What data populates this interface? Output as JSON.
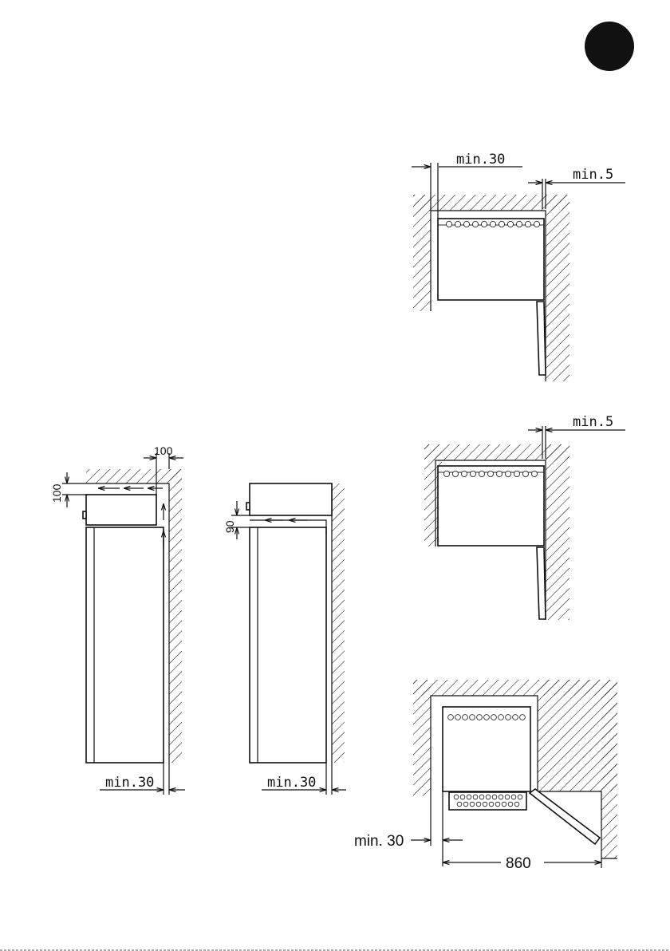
{
  "page": {
    "section_marker_color": "#111111"
  },
  "diagrams": {
    "top_view_1": {
      "dim_left_label": "min.30",
      "dim_right_label": "min.5"
    },
    "top_view_2": {
      "dim_right_label": "min.5"
    },
    "side_view_1": {
      "dim_top_label": "100",
      "dim_left_label": "100",
      "dim_bottom_label": "min.30"
    },
    "side_view_2": {
      "dim_left_label": "90",
      "dim_bottom_label": "min.30"
    },
    "door_swing_view": {
      "dim_left_label": "min. 30",
      "dim_bottom_label": "860"
    }
  }
}
